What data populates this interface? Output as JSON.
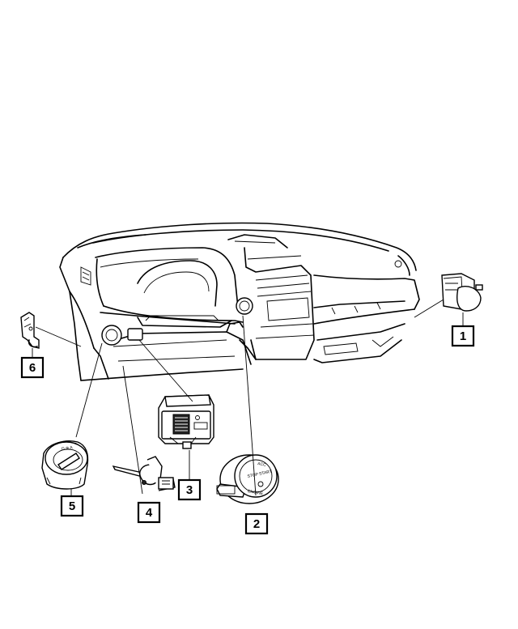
{
  "callouts": [
    {
      "id": "1",
      "label": "1"
    },
    {
      "id": "2",
      "label": "2"
    },
    {
      "id": "3",
      "label": "3"
    },
    {
      "id": "4",
      "label": "4"
    },
    {
      "id": "5",
      "label": "5"
    },
    {
      "id": "6",
      "label": "6"
    }
  ],
  "switch_markings": {
    "stop_start": "STOP START",
    "engine": "ENGINE",
    "acc": "ACC",
    "headlamp_positions": "O ⊕ A"
  }
}
